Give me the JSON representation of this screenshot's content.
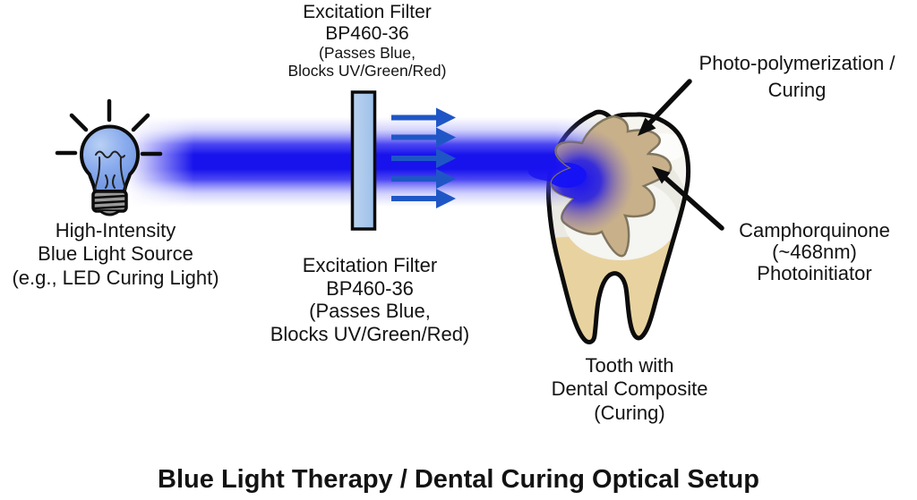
{
  "title": "Blue Light Therapy / Dental Curing Optical Setup",
  "source": {
    "icon": "light-bulb-icon",
    "label_lines": [
      "High-Intensity",
      "Blue Light Source",
      "(e.g., LED Curing Light)"
    ]
  },
  "filter": {
    "top_label_lines": [
      "Excitation Filter",
      "BP460-36",
      "(Passes Blue,",
      "Blocks UV/Green/Red)"
    ],
    "bottom_label_lines": [
      "Excitation Filter",
      "BP460-36",
      "(Passes Blue,",
      "Blocks UV/Green/Red)"
    ]
  },
  "beam": {
    "arrow_count": 5
  },
  "tooth": {
    "caption_lines": [
      "Tooth with",
      "Dental Composite",
      "(Curing)"
    ]
  },
  "annotations": {
    "photo_polymerization_lines": [
      "Photo-polymerization /",
      "Curing"
    ],
    "camphorquinone_lines": [
      "Camphorquinone",
      "(~468nm)",
      "Photoinitiator"
    ]
  },
  "colors": {
    "beam_core_blue": "#1813ec",
    "beam_arrow_blue": "#1f56c6",
    "filter_glass": "#a9c7e9",
    "bulb_glass": "#8cadee",
    "bulb_base_gray": "#9a9a9a",
    "tooth_root_tan": "#e8d3a0",
    "composite_tan": "#c8b08a",
    "composite_outline": "#80765f",
    "outline_black": "#0c0c0c",
    "text_black": "#131313"
  }
}
